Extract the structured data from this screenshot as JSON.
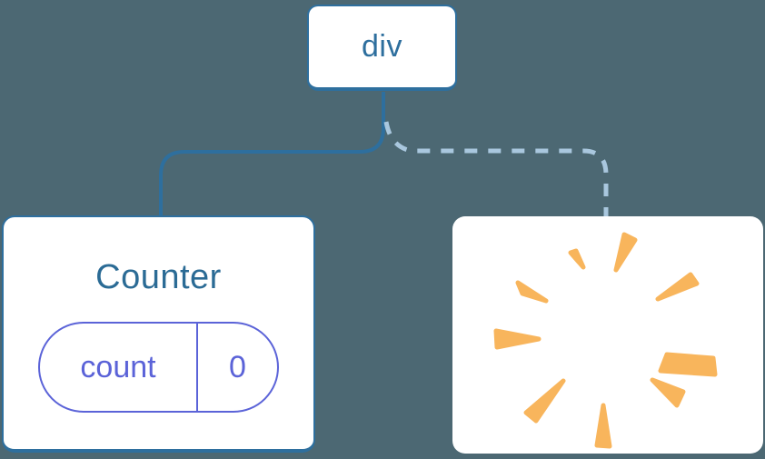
{
  "tree": {
    "root": {
      "label": "div"
    },
    "counter_card": {
      "title": "Counter",
      "state_pill": {
        "key": "count",
        "value": "0"
      }
    },
    "removed_card": {
      "icon": "poof-sparks-icon"
    },
    "edges": [
      {
        "from": "div",
        "to": "Counter",
        "style": "solid"
      },
      {
        "from": "div",
        "to": "removed-slot",
        "style": "dashed"
      }
    ]
  },
  "colors": {
    "background": "#4c6873",
    "node_blue": "#2e6f9e",
    "counter_title_blue": "#2b6b95",
    "dashed_edge_blue": "#a9c7de",
    "state_pill_purple": "#5b63d8",
    "spark_orange": "#f8b55c",
    "card_background": "#ffffff"
  }
}
